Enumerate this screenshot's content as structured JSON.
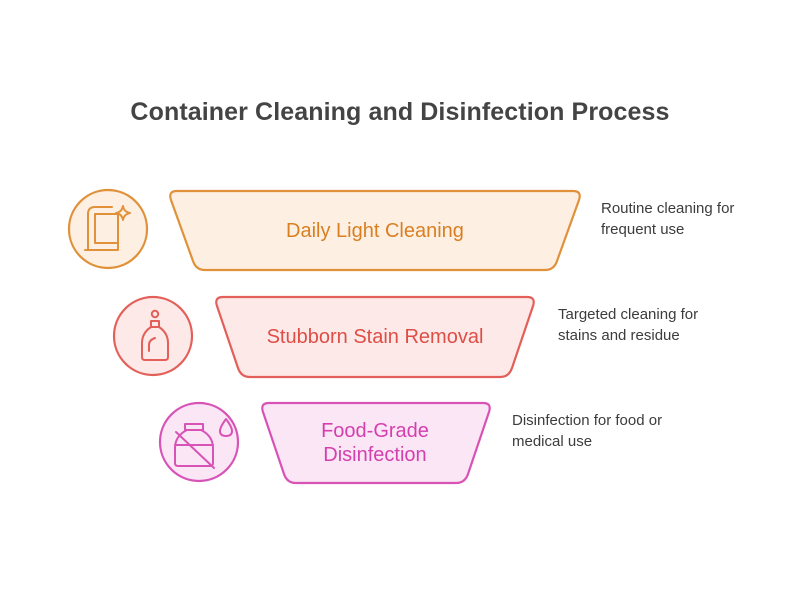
{
  "title": "Container Cleaning and Disinfection Process",
  "levels": [
    {
      "label": "Daily Light Cleaning",
      "description": "Routine cleaning for frequent use",
      "icon": "towel-sparkle-icon",
      "stroke": "#e0913a",
      "fill": "#fdf0e2",
      "text_color": "#d97f22"
    },
    {
      "label": "Stubborn Stain Removal",
      "description": "Targeted cleaning for stains and residue",
      "icon": "spray-bottle-icon",
      "stroke": "#e3605a",
      "fill": "#fde9e8",
      "text_color": "#de4e47"
    },
    {
      "label": "Food-Grade Disinfection",
      "description": "Disinfection for food or medical use",
      "icon": "crossed-bottle-drop-icon",
      "stroke": "#d853b6",
      "fill": "#fbe6f6",
      "text_color": "#d43fae"
    }
  ]
}
